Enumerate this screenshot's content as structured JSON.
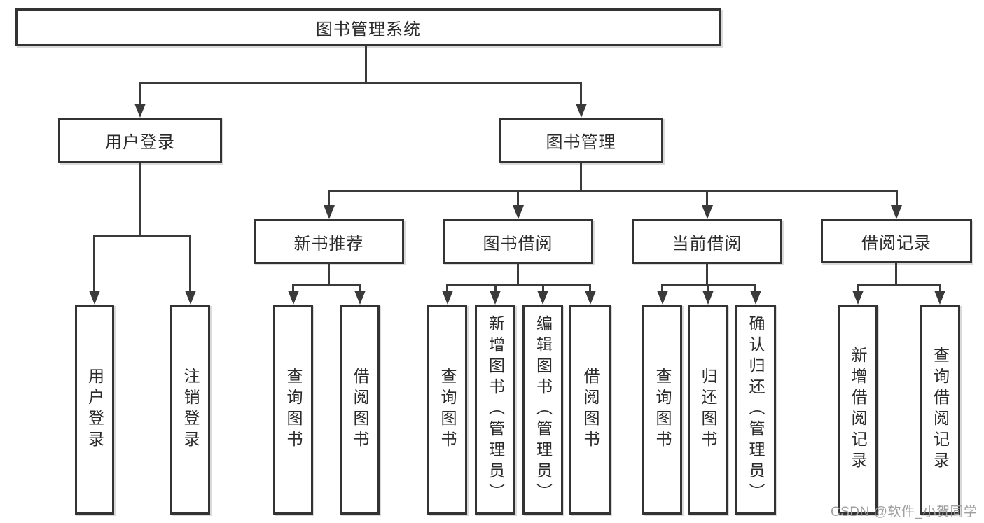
{
  "diagram_title": "图书管理系统",
  "nodes": {
    "root": "图书管理系统",
    "user_login": "用户登录",
    "book_mgmt": "图书管理",
    "user_login_action": "用户登录",
    "logout": "注销登录",
    "new_book_rec": "新书推荐",
    "book_borrow": "图书借阅",
    "current_borrow": "当前借阅",
    "borrow_record": "借阅记录",
    "nbr_query": "查询图书",
    "nbr_borrow": "借阅图书",
    "bb_query": "查询图书",
    "bb_add": "新增图书（管理员）",
    "bb_edit": "编辑图书（管理员）",
    "bb_borrow": "借阅图书",
    "cb_query": "查询图书",
    "cb_return": "归还图书",
    "cb_confirm": "确认归还（管理员）",
    "br_add": "新增借阅记录",
    "br_query": "查询借阅记录"
  },
  "watermark": "CSDN @软件_小贺同学",
  "colors": {
    "line": "#3a3a3a",
    "box_border": "#333333",
    "text": "#2b2b2b",
    "watermark": "#9f9f9f",
    "background": "#ffffff"
  }
}
